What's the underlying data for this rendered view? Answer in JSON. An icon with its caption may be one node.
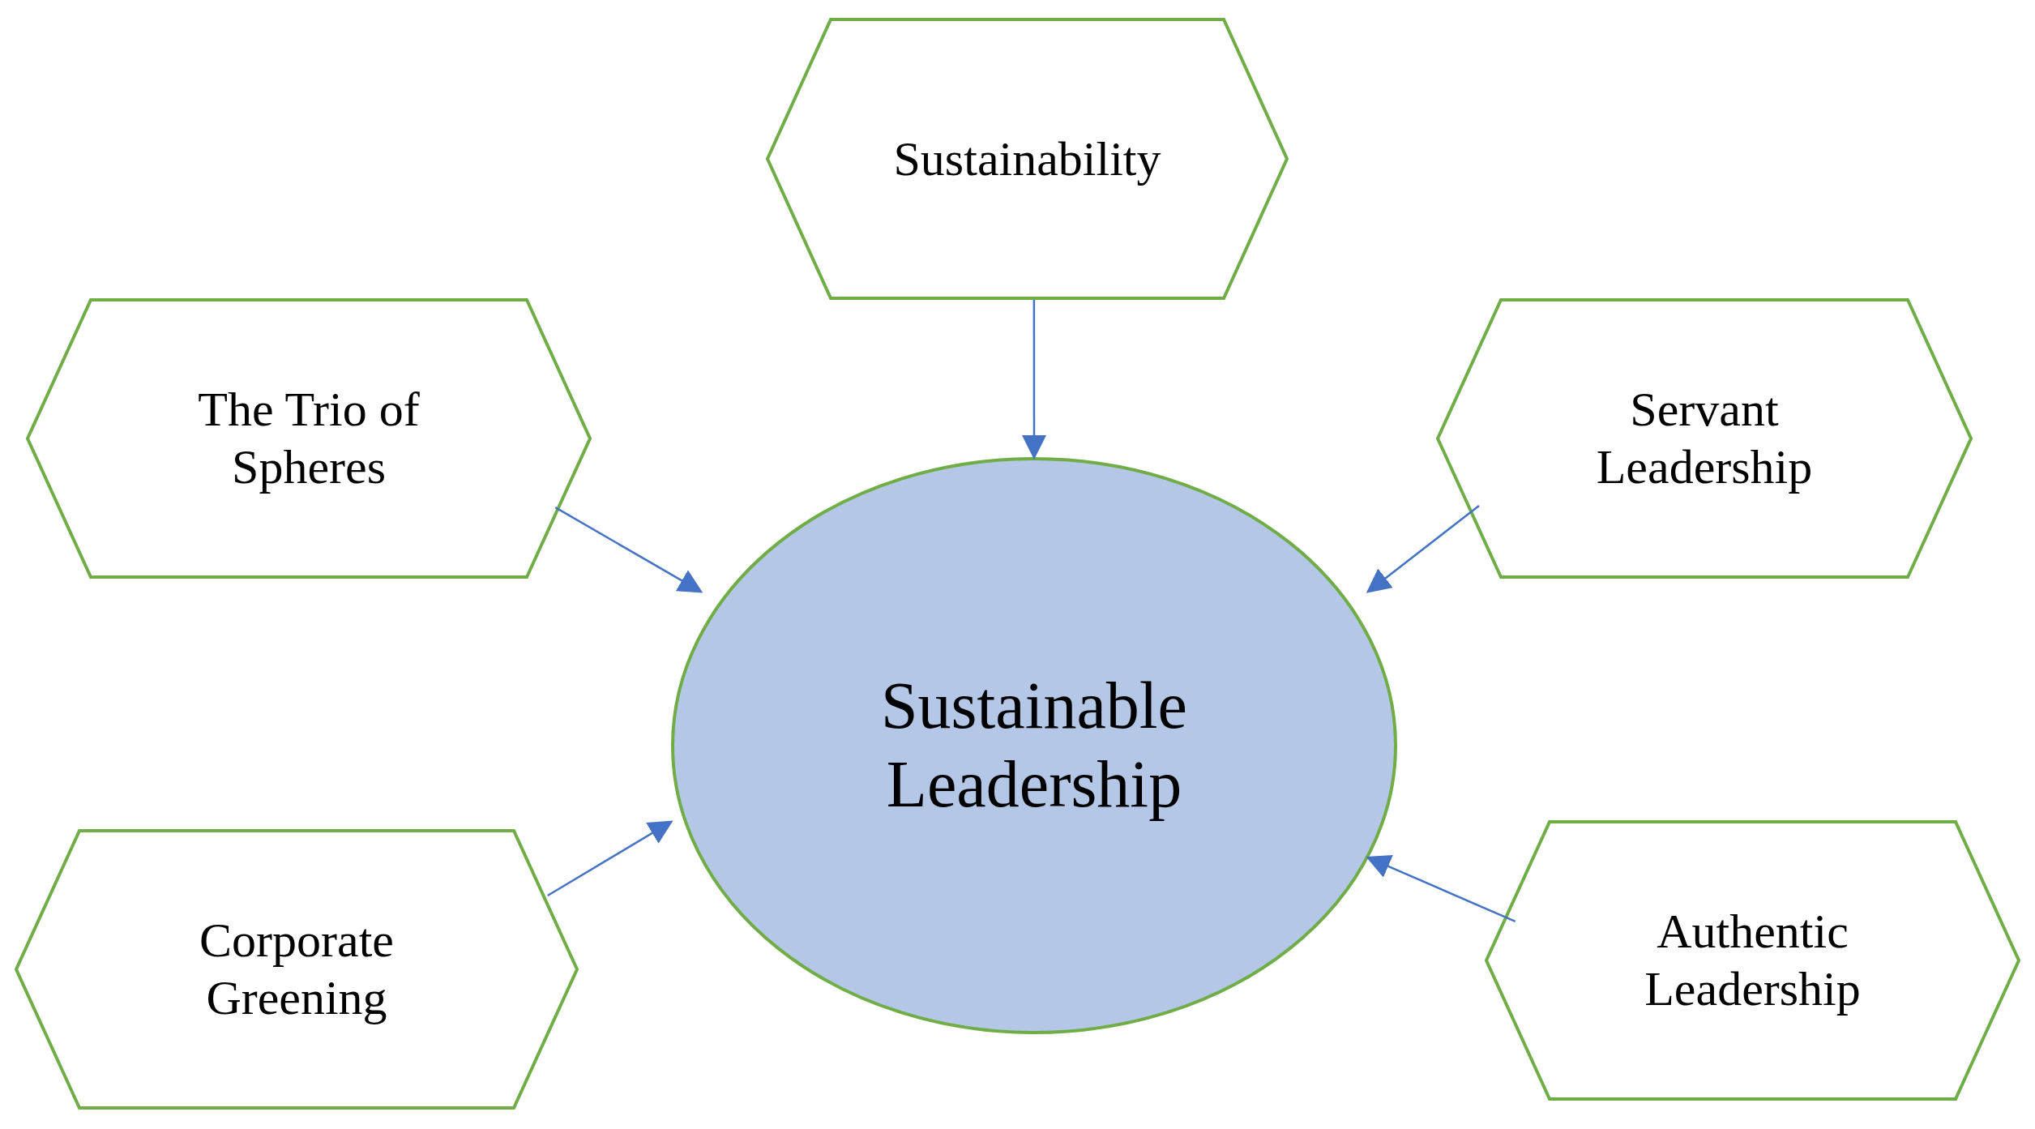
{
  "diagram": {
    "nodes": [
      {
        "text": [
          "Sustainability"
        ]
      },
      {
        "text": [
          "The Trio of Spheres"
        ]
      },
      {
        "text": [
          "Servant Leadership"
        ]
      },
      {
        "text": [
          "Sustainable Leadership"
        ]
      },
      {
        "text": [
          "Corporate Greening"
        ]
      },
      {
        "text": [
          "Authentic Leadership"
        ]
      }
    ],
    "edges": [
      {
        "from": 0,
        "to": 3,
        "arrow": "to"
      },
      {
        "from": 1,
        "to": 3,
        "arrow": "to"
      },
      {
        "from": 2,
        "to": 3,
        "arrow": "to"
      },
      {
        "from": 4,
        "to": 3,
        "arrow": "to"
      },
      {
        "from": 5,
        "to": 3,
        "arrow": "to"
      }
    ]
  }
}
